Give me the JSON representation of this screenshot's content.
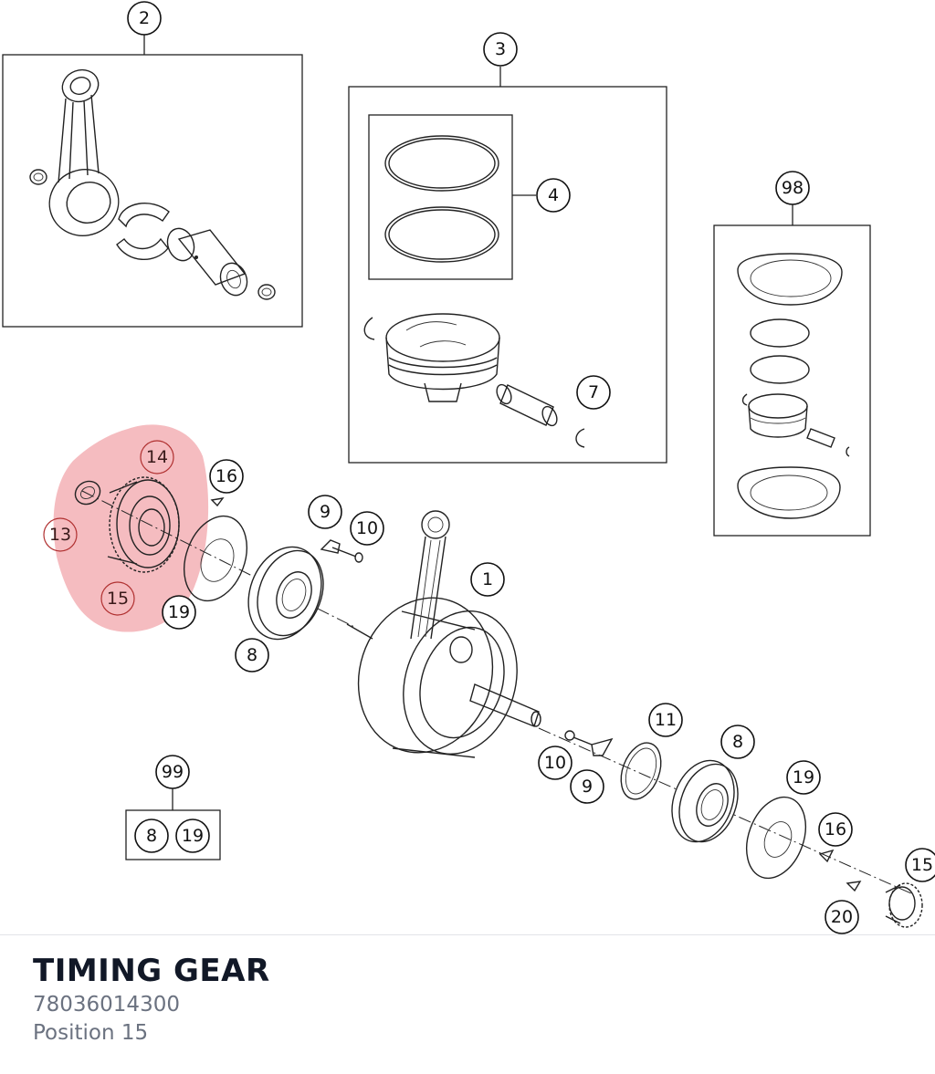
{
  "part": {
    "title": "TIMING GEAR",
    "number": "78036014300",
    "position": "Position 15"
  },
  "highlight_color": "#e8606a",
  "callouts": {
    "c2": "2",
    "c3": "3",
    "c4": "4",
    "c98": "98",
    "c7": "7",
    "c14": "14",
    "c16a": "16",
    "c13": "13",
    "c15a": "15",
    "c19a": "19",
    "c9a": "9",
    "c10a": "10",
    "c1": "1",
    "c8a": "8",
    "c99": "99",
    "c99_8": "8",
    "c99_19": "19",
    "c11": "11",
    "c10b": "10",
    "c9b": "9",
    "c8b": "8",
    "c19b": "19",
    "c16b": "16",
    "c15b": "15",
    "c20": "20"
  }
}
